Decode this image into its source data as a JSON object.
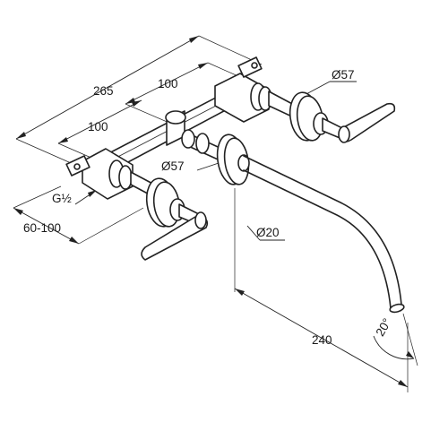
{
  "dimensions": {
    "overall_width": "265",
    "spacing_upper": "100",
    "spacing_lower": "100",
    "rosette_diameter_top": "Ø57",
    "rosette_diameter_spout": "Ø57",
    "spout_diameter": "Ø20",
    "thread": "G½",
    "wall_depth": "60-100",
    "spout_projection": "240",
    "spout_angle": "20°"
  }
}
